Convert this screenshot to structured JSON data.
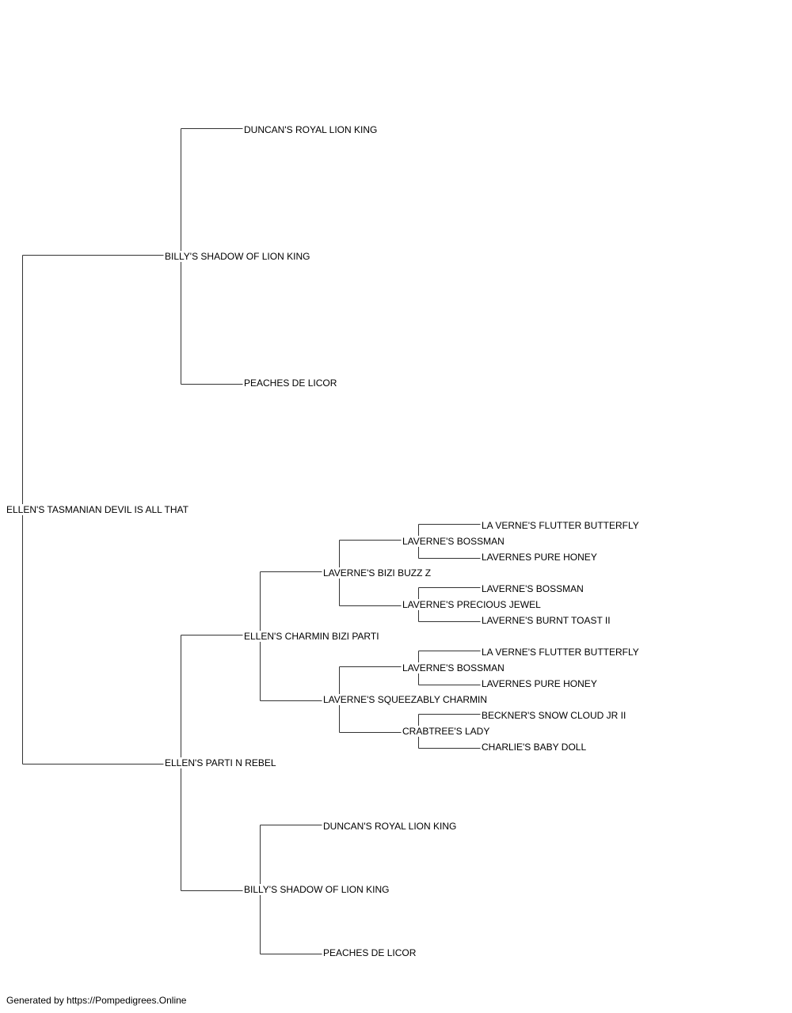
{
  "pedigree": {
    "subject": {
      "name": "ELLEN'S TASMANIAN DEVIL IS ALL THAT"
    },
    "sire": {
      "name": "BILLY'S SHADOW OF LION KING",
      "sire": {
        "name": "DUNCAN'S ROYAL LION KING"
      },
      "dam": {
        "name": "PEACHES DE LICOR"
      }
    },
    "dam": {
      "name": "ELLEN'S PARTI N REBEL",
      "sire": {
        "name": "ELLEN'S CHARMIN BIZI PARTI",
        "sire": {
          "name": "LAVERNE'S BIZI BUZZ Z",
          "sire": {
            "name": "LAVERNE'S BOSSMAN",
            "sire": {
              "name": "LA VERNE'S FLUTTER BUTTERFLY"
            },
            "dam": {
              "name": "LAVERNES PURE HONEY"
            }
          },
          "dam": {
            "name": "LAVERNE'S PRECIOUS JEWEL",
            "sire": {
              "name": "LAVERNE'S BOSSMAN"
            },
            "dam": {
              "name": "LAVERNE'S BURNT TOAST II"
            }
          }
        },
        "dam": {
          "name": "LAVERNE'S SQUEEZABLY CHARMIN",
          "sire": {
            "name": "LAVERNE'S BOSSMAN",
            "sire": {
              "name": "LA VERNE'S FLUTTER BUTTERFLY"
            },
            "dam": {
              "name": "LAVERNES PURE HONEY"
            }
          },
          "dam": {
            "name": "CRABTREE'S LADY",
            "sire": {
              "name": "BECKNER'S SNOW CLOUD JR II"
            },
            "dam": {
              "name": "CHARLIE'S BABY DOLL"
            }
          }
        }
      },
      "dam": {
        "name": "BILLY'S SHADOW OF LION KING",
        "sire": {
          "name": "DUNCAN'S ROYAL LION KING"
        },
        "dam": {
          "name": "PEACHES DE LICOR"
        }
      }
    }
  },
  "footer": "Generated by https://Pompedigrees.Online",
  "colors": {
    "line": "#333333",
    "text": "#000000",
    "background": "#ffffff"
  }
}
